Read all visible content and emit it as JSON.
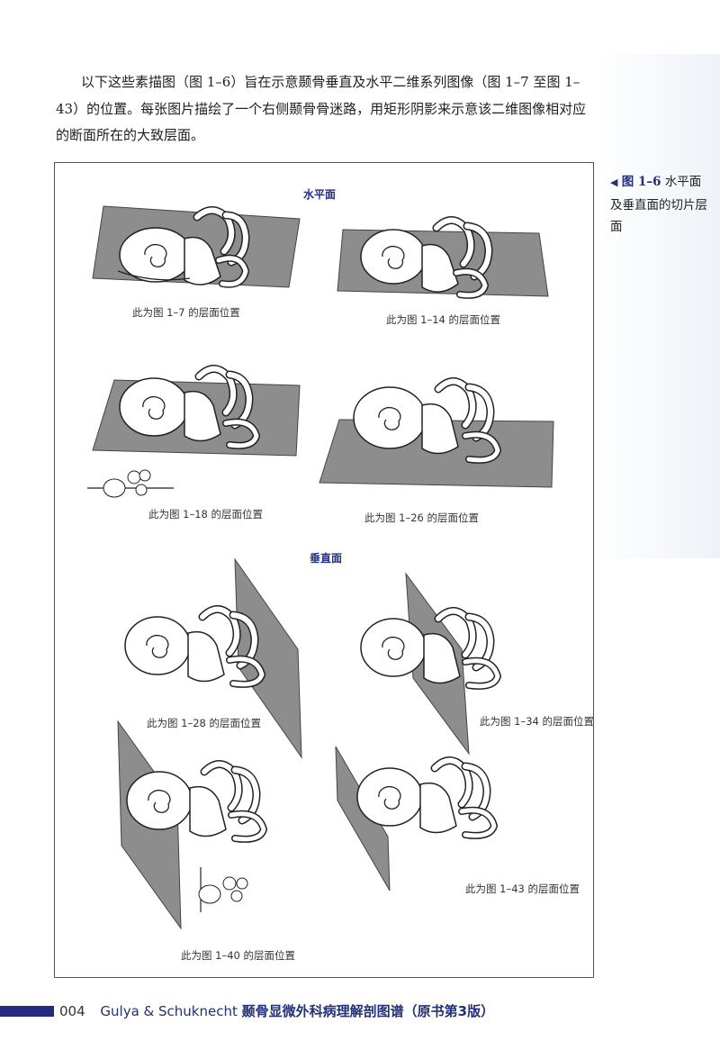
{
  "intro": {
    "text": "以下这些素描图（图 1–6）旨在示意颞骨垂直及水平二维系列图像（图 1–7 至图 1–43）的位置。每张图片描绘了一个右侧颞骨骨迷路，用矩形阴影来示意该二维图像相对应的断面所在的大致层面。"
  },
  "caption": {
    "arrow": "◀",
    "number": "图 1–6",
    "text": "水平面及垂直面的切片层面"
  },
  "sections": {
    "horizontal": "水平面",
    "vertical": "垂直面"
  },
  "panels": [
    {
      "label": "此为图 1–7 的层面位置"
    },
    {
      "label": "此为图 1–14 的层面位置"
    },
    {
      "label": "此为图 1–18 的层面位置"
    },
    {
      "label": "此为图 1–26 的层面位置"
    },
    {
      "label": "此为图 1–28 的层面位置"
    },
    {
      "label": "此为图 1–34 的层面位置"
    },
    {
      "label": "此为图 1–40 的层面位置"
    },
    {
      "label": "此为图 1–43 的层面位置"
    }
  ],
  "footer": {
    "page": "004",
    "author": "Gulya & Schuknecht",
    "title": "颞骨显微外科病理解剖图谱（原书第3版）"
  },
  "colors": {
    "accent": "#23307a",
    "plane_fill": "#8d8d8d"
  }
}
